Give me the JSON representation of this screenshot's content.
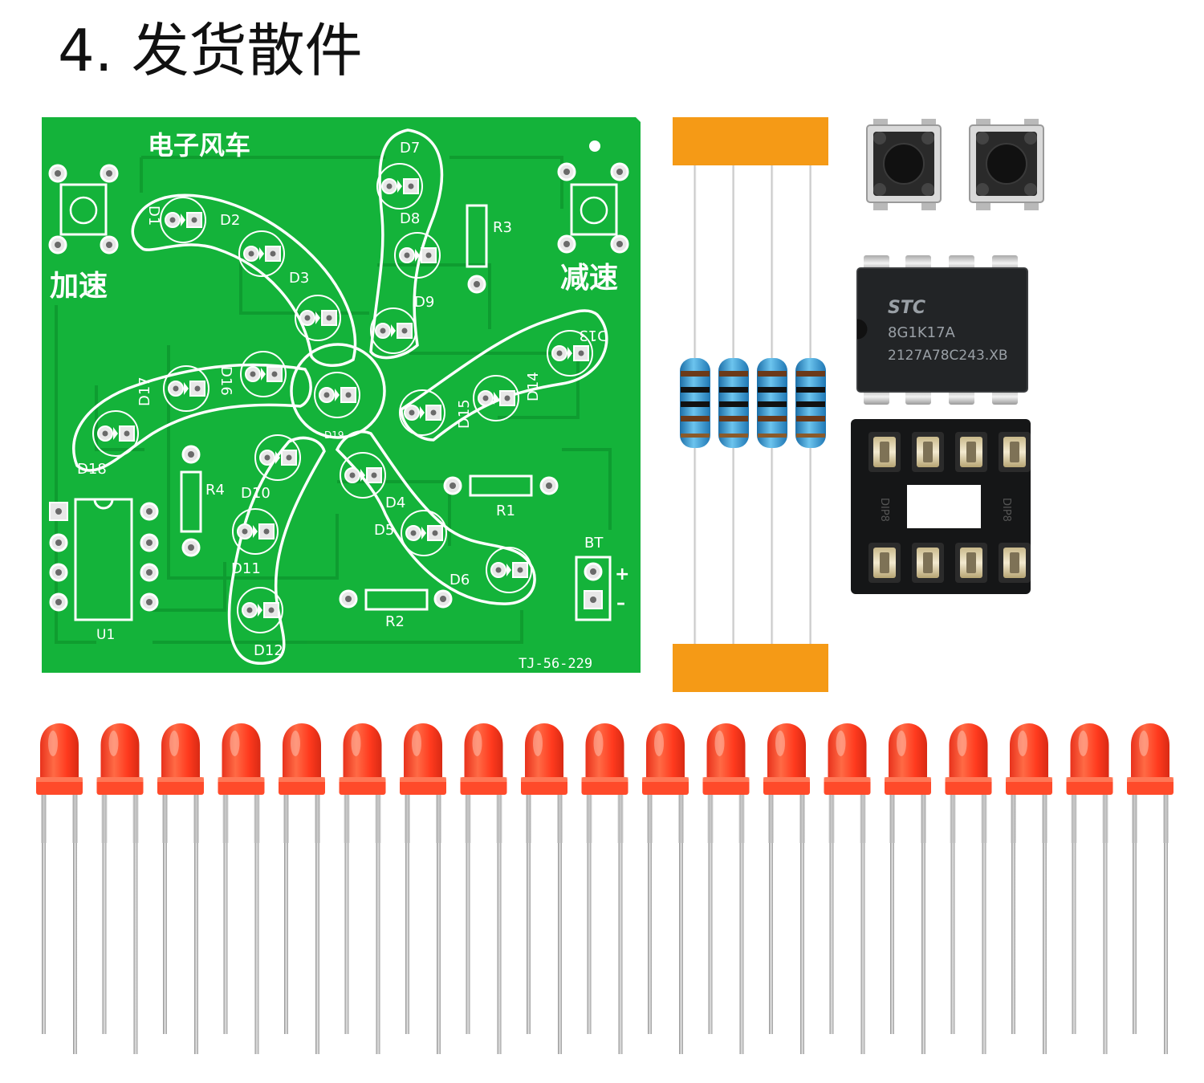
{
  "heading": "4. 发货散件",
  "pcb": {
    "title": "电子风车",
    "left_button_label": "加速",
    "right_button_label": "减速",
    "model_code": "TJ-56-229",
    "battery_label": "BT",
    "plus": "+",
    "minus": "–",
    "designators": {
      "d1": "D1",
      "d2": "D2",
      "d3": "D3",
      "d4": "D4",
      "d5": "D5",
      "d6": "D6",
      "d7": "D7",
      "d8": "D8",
      "d9": "D9",
      "d10": "D10",
      "d11": "D11",
      "d12": "D12",
      "d13": "D13",
      "d14": "D14",
      "d15": "D15",
      "d16": "D16",
      "d17": "D17",
      "d18": "D18",
      "d19": "D19",
      "r1": "R1",
      "r2": "R2",
      "r3": "R3",
      "r4": "R4",
      "u1": "U1"
    }
  },
  "chip": {
    "brand": "STC",
    "model": "8G1K17A",
    "lot": "2127A78C243.XB"
  },
  "socket": {
    "mark_left": "DIP8",
    "mark_right": "DIP8"
  },
  "colors": {
    "pcb_green": "#14b33a",
    "silkscreen": "#ffffff",
    "tape_orange": "#f59a16",
    "led_red": "#ff4a2a",
    "resistor_blue": "#3aa0d8"
  },
  "parts": {
    "leds": 19,
    "resistors": 4,
    "tact_switches": 2,
    "ic": 1,
    "ic_socket": 1
  }
}
